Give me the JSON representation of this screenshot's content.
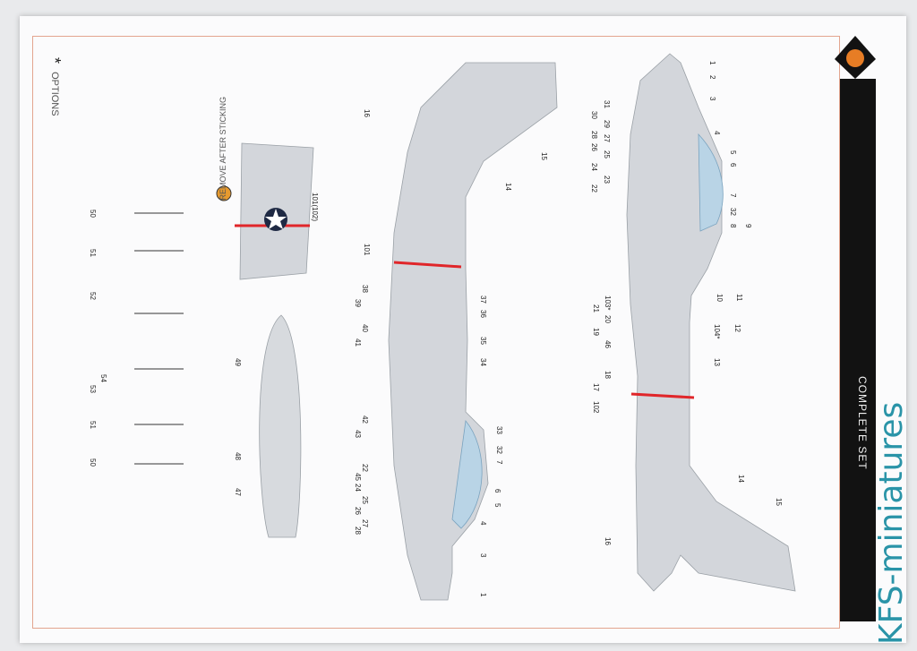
{
  "sheet": {
    "options_label": "OPTIONS",
    "star": "*",
    "remove_note": "REMOVE AFTER STICKING",
    "set_label": "COMPLETE SET",
    "watermark": "KFS-miniatures",
    "tail_code": "101(102)"
  },
  "callouts": {
    "right_top": [
      "1",
      "2",
      "3",
      "31",
      "30",
      "29",
      "28",
      "27",
      "26",
      "25",
      "24",
      "23",
      "22",
      "4",
      "5",
      "6",
      "7",
      "32",
      "8",
      "9"
    ],
    "right_mid": [
      "10",
      "11",
      "104*",
      "12",
      "13",
      "103*",
      "21",
      "20",
      "19",
      "46",
      "18",
      "17",
      "102"
    ],
    "right_wing": [
      "14",
      "15",
      "16"
    ],
    "mid_top": [
      "16",
      "15",
      "14",
      "101"
    ],
    "mid_body": [
      "38",
      "39",
      "37",
      "36",
      "40",
      "41",
      "35",
      "34",
      "42",
      "43",
      "33",
      "32",
      "7",
      "22",
      "45",
      "24",
      "25",
      "26",
      "27",
      "28",
      "6",
      "5",
      "4",
      "3",
      "1"
    ],
    "left": [
      "50",
      "51",
      "52",
      "54",
      "53",
      "51",
      "50",
      "49",
      "48",
      "47"
    ]
  },
  "colors": {
    "paint_grey": "#d3d6db",
    "frame_orange": "#e3a58f",
    "canopy_blue": "#b9d4e6",
    "stripe_red": "#e0262a",
    "bar_black": "#121212",
    "watermark_blue": "#2a94a8",
    "logo_orange": "#e77d25"
  }
}
